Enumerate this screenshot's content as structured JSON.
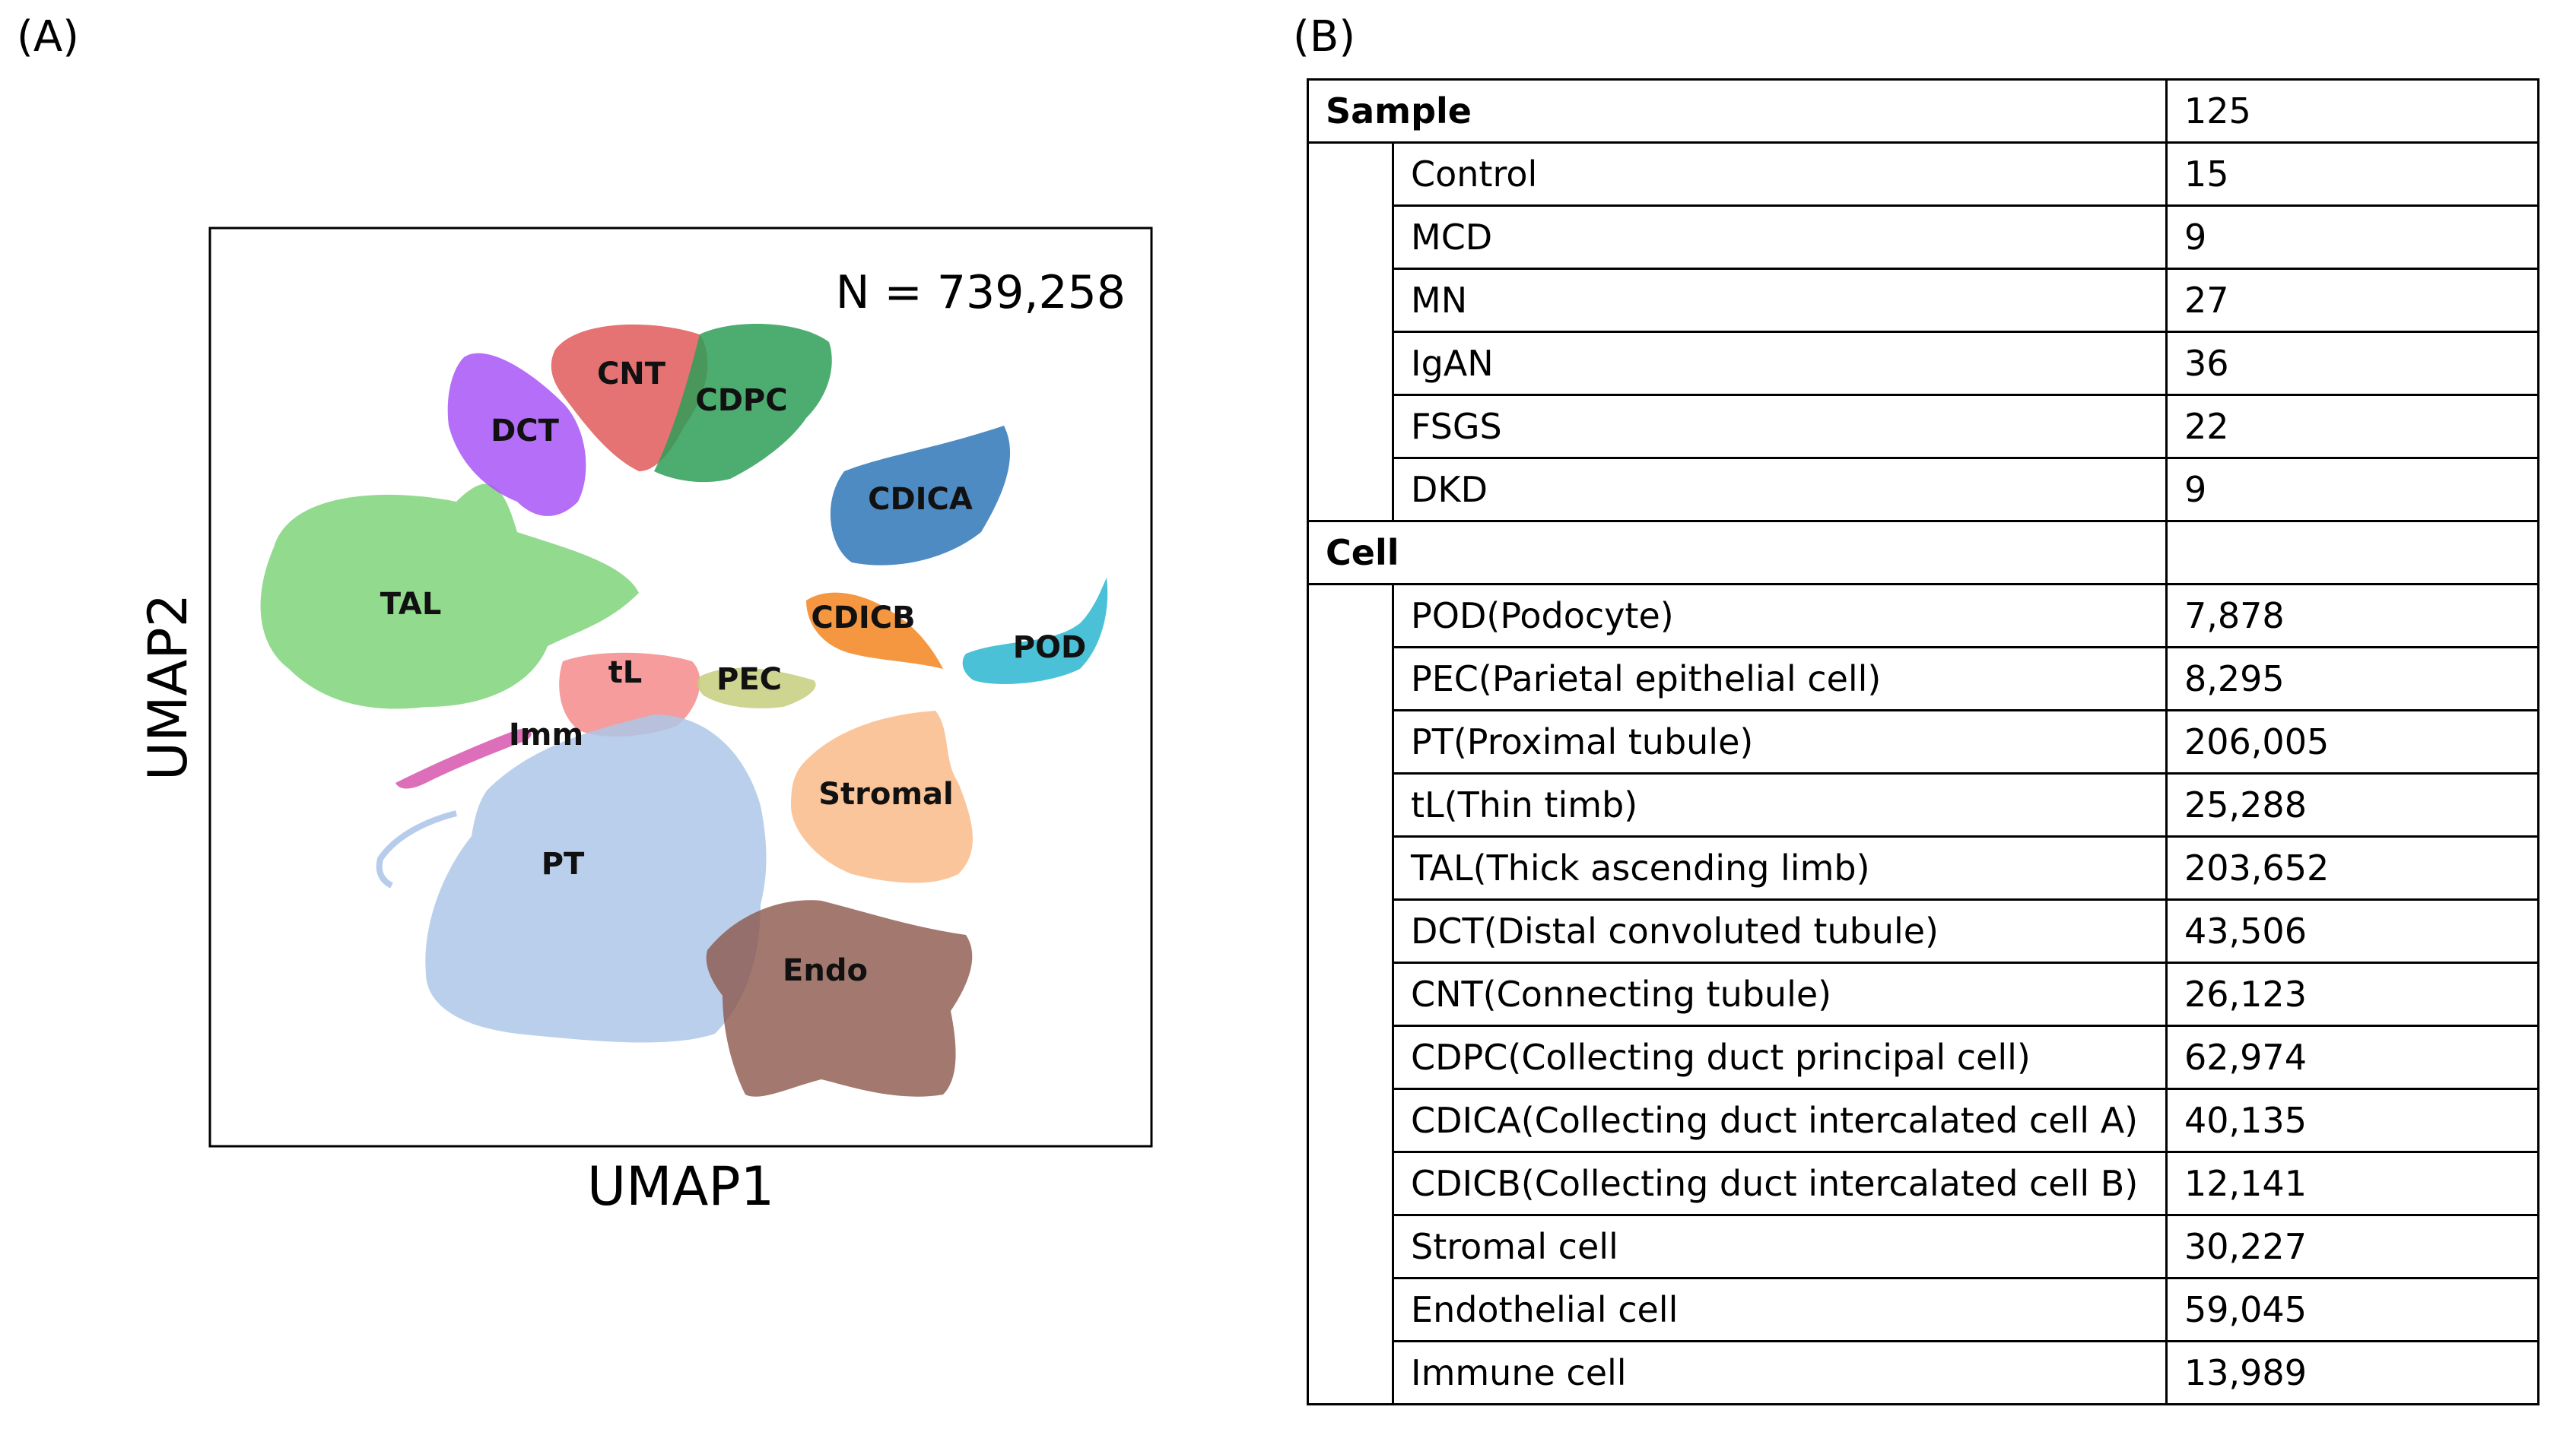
{
  "panel_a": {
    "label": "(A)"
  },
  "panel_b": {
    "label": "(B)"
  },
  "umap": {
    "count_text": "N  =  739,258",
    "xlabel": "UMAP1",
    "ylabel": "UMAP2",
    "clusters": [
      {
        "label": "DCT",
        "color": "#a855f7"
      },
      {
        "label": "CNT",
        "color": "#e05a5a"
      },
      {
        "label": "CDPC",
        "color": "#2e9e57"
      },
      {
        "label": "CDICA",
        "color": "#2f77b8"
      },
      {
        "label": "TAL",
        "color": "#7fd37a"
      },
      {
        "label": "CDICB",
        "color": "#f3851e"
      },
      {
        "label": "POD",
        "color": "#2ab6cf"
      },
      {
        "label": "tL",
        "color": "#f48b8b"
      },
      {
        "label": "PEC",
        "color": "#c5ce7c"
      },
      {
        "label": "Imm",
        "color": "#d44aa8"
      },
      {
        "label": "Stromal",
        "color": "#f9b27a"
      },
      {
        "label": "PT",
        "color": "#aec7e8"
      },
      {
        "label": "Endo",
        "color": "#8c564b"
      }
    ]
  },
  "table": {
    "sample": {
      "header": "Sample",
      "total": "125",
      "rows": [
        {
          "name": "Control",
          "value": "15"
        },
        {
          "name": "MCD",
          "value": "9"
        },
        {
          "name": "MN",
          "value": "27"
        },
        {
          "name": "IgAN",
          "value": "36"
        },
        {
          "name": "FSGS",
          "value": "22"
        },
        {
          "name": "DKD",
          "value": "9"
        }
      ]
    },
    "cell": {
      "header": "Cell",
      "total": "",
      "rows": [
        {
          "name": "POD(Podocyte)",
          "value": "7,878"
        },
        {
          "name": "PEC(Parietal epithelial cell)",
          "value": "8,295"
        },
        {
          "name": "PT(Proximal tubule)",
          "value": "206,005"
        },
        {
          "name": "tL(Thin timb)",
          "value": "25,288"
        },
        {
          "name": "TAL(Thick ascending limb)",
          "value": "203,652"
        },
        {
          "name": "DCT(Distal convoluted tubule)",
          "value": "43,506"
        },
        {
          "name": "CNT(Connecting tubule)",
          "value": "26,123"
        },
        {
          "name": "CDPC(Collecting duct principal cell)",
          "value": "62,974"
        },
        {
          "name": "CDICA(Collecting duct intercalated cell A)",
          "value": "40,135"
        },
        {
          "name": "CDICB(Collecting duct intercalated cell B)",
          "value": "12,141"
        },
        {
          "name": "Stromal cell",
          "value": "30,227"
        },
        {
          "name": "Endothelial cell",
          "value": "59,045"
        },
        {
          "name": "Immune cell",
          "value": "13,989"
        }
      ]
    }
  }
}
